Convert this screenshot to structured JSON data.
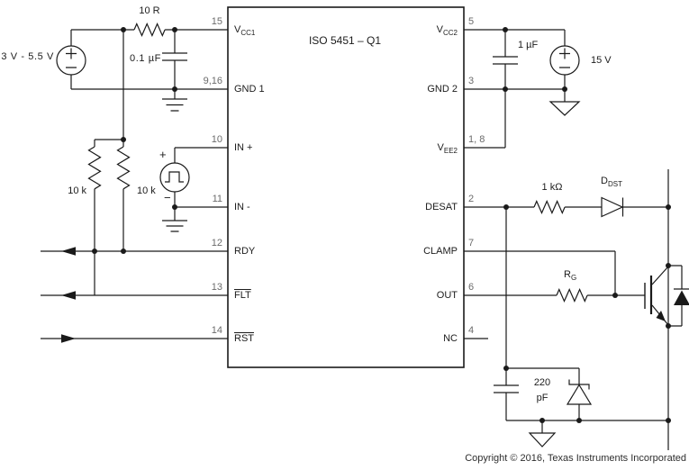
{
  "ic": {
    "title": "ISO 5451 – Q1",
    "left_pins": [
      {
        "number": "15",
        "label": "V",
        "sub": "CC1"
      },
      {
        "number": "9,16",
        "label": "GND 1"
      },
      {
        "number": "10",
        "label": "IN +"
      },
      {
        "number": "11",
        "label": "IN -"
      },
      {
        "number": "12",
        "label": "RDY"
      },
      {
        "number": "13",
        "label": "FLT"
      },
      {
        "number": "14",
        "label": "RST"
      }
    ],
    "right_pins": [
      {
        "number": "5",
        "label": "V",
        "sub": "CC2"
      },
      {
        "number": "3",
        "label": "GND 2"
      },
      {
        "number": "1, 8",
        "label": "V",
        "sub": "EE2"
      },
      {
        "number": "2",
        "label": "DESAT"
      },
      {
        "number": "7",
        "label": "CLAMP"
      },
      {
        "number": "6",
        "label": "OUT"
      },
      {
        "number": "4",
        "label": "NC"
      }
    ]
  },
  "components": {
    "vin_supply": "3 V - 5.5 V",
    "r_series": "10 R",
    "c_in": "0.1 µF",
    "r_pullup_left": "10 k",
    "r_pullup_right": "10 k",
    "pulse_plus": "+",
    "pulse_minus": "−",
    "c_out": "1 µF",
    "vout_supply": "15 V",
    "r_desat": "1 kΩ",
    "d_desat": {
      "main": "D",
      "sub": "DST"
    },
    "r_gate": {
      "main": "R",
      "sub": "G"
    },
    "c_blank": {
      "line1": "220",
      "line2": "pF"
    }
  },
  "footer": {
    "copyright": "Copyright © 2016, Texas Instruments Incorporated"
  }
}
